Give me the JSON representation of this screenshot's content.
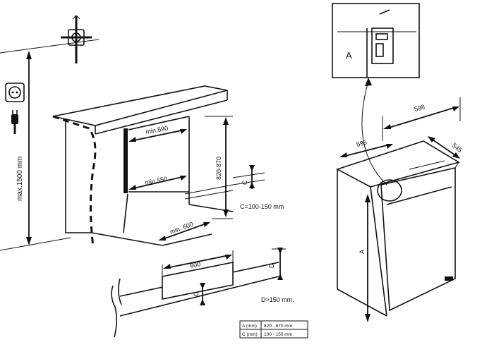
{
  "labels": {
    "max_height": "max.1500 mm",
    "min590": "min.590",
    "min550": "min.550",
    "min600": "min. 600",
    "h820_870": "820-870",
    "c_value": "C=100-150 mm",
    "c_letter": "C",
    "d_letter": "D",
    "d_value": "D>150 mm.",
    "w600": "600",
    "w595": "595",
    "w598": "598",
    "w545": "545",
    "a_letter": "A",
    "a_detail": "A"
  },
  "table": {
    "rows": [
      {
        "param": "A (mm)",
        "value": "820 - 870 mm"
      },
      {
        "param": "C (mm)",
        "value": "100 - 150 mm"
      }
    ]
  },
  "icons": [
    "wall-socket-icon",
    "power-plug-icon",
    "water-valve-icon"
  ]
}
